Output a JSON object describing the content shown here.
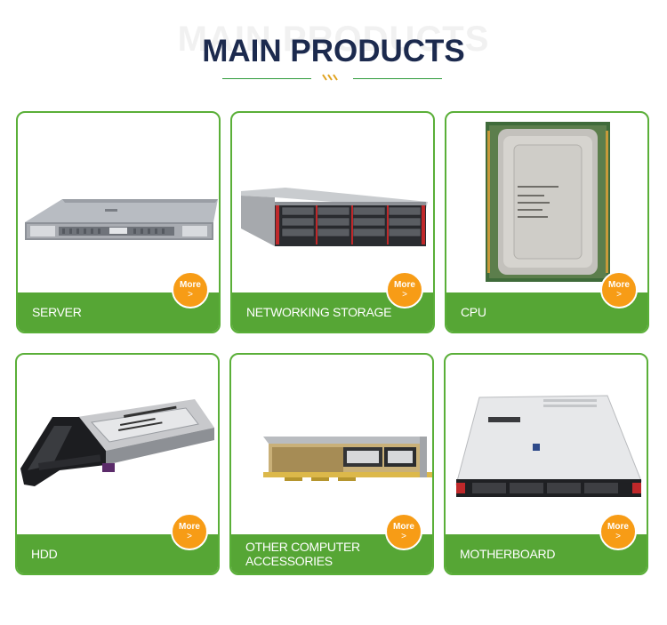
{
  "header": {
    "background_word": "MAIN PRODUCTS",
    "title": "MAIN PRODUCTS"
  },
  "more_button": {
    "label": "More",
    "arrow": ">"
  },
  "products": [
    {
      "label": "SERVER",
      "icon": "rack-server-image"
    },
    {
      "label": "NETWORKING STORAGE",
      "icon": "storage-array-image"
    },
    {
      "label": "CPU",
      "icon": "cpu-chip-image"
    },
    {
      "label": "HDD",
      "icon": "hard-drive-image"
    },
    {
      "label": "OTHER COMPUTER ACCESSORIES",
      "icon": "pcie-card-image"
    },
    {
      "label": "MOTHERBOARD",
      "icon": "server-chassis-image"
    }
  ],
  "colors": {
    "accent_green": "#56a635",
    "border_green": "#5aaf38",
    "more_orange": "#f79c16",
    "title_navy": "#1c2a4e"
  }
}
